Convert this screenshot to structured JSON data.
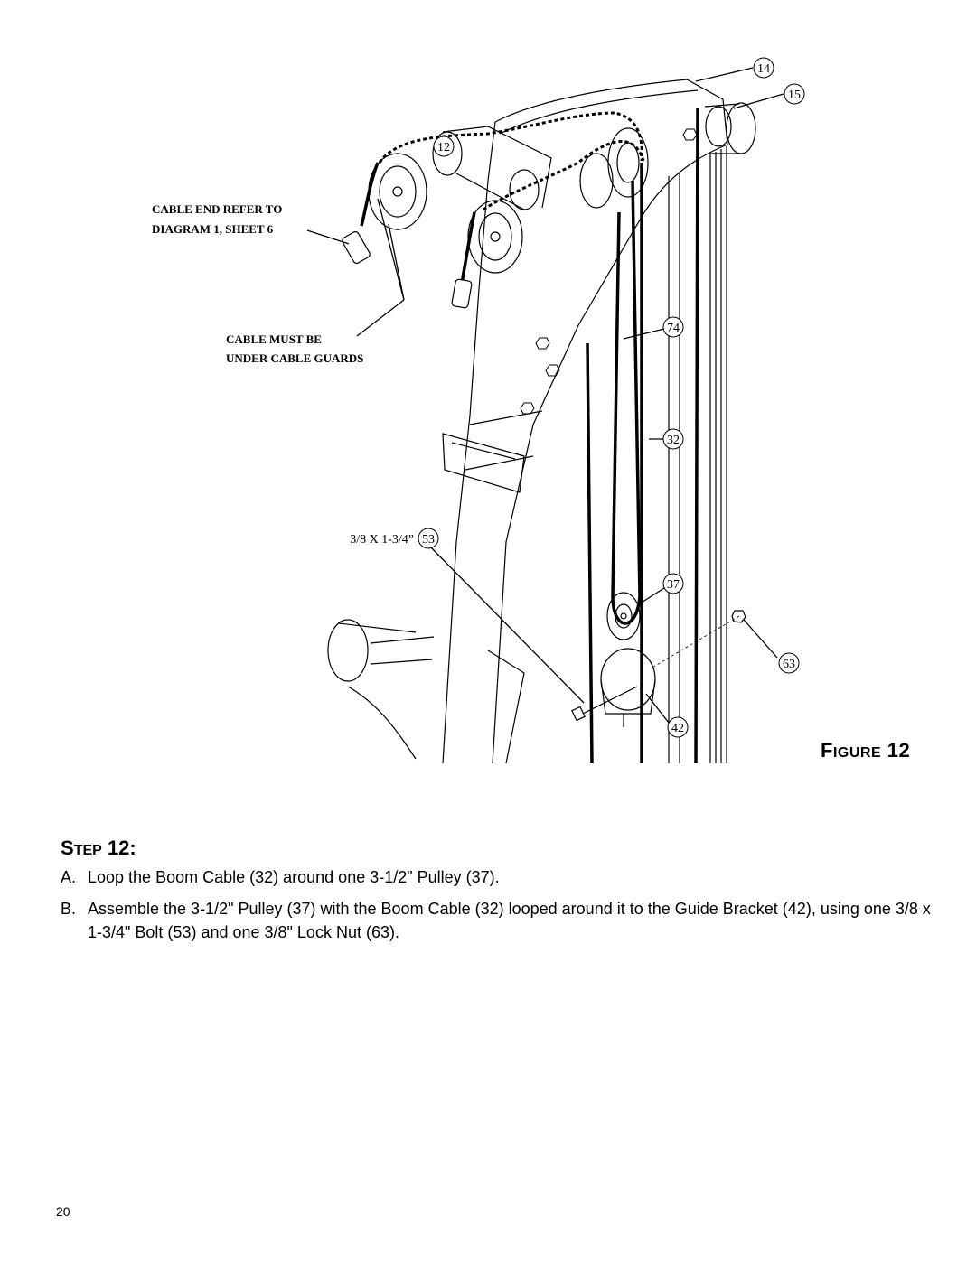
{
  "figure": {
    "callouts": {
      "c14": "14",
      "c15": "15",
      "c12": "12",
      "c74": "74",
      "c32": "32",
      "c53": "53",
      "c37": "37",
      "c63": "63",
      "c42": "42"
    },
    "bolt_size": "3/8 X 1-3/4”",
    "cable_end_note": [
      "CABLE END  REFER TO",
      "DIAGRAM 1,  SHEET 6"
    ],
    "cable_guard_note": [
      "CABLE  MUST  BE",
      "UNDER  CABLE  GUARDS"
    ],
    "caption_prefix": "F",
    "caption_smallcaps": "IGURE",
    "caption_number": "12"
  },
  "step": {
    "prefix": "S",
    "smallcaps": "TEP",
    "number": "12:"
  },
  "instructions": [
    {
      "letter": "A.",
      "text": "Loop the Boom Cable (32) around one 3-1/2\" Pulley (37)."
    },
    {
      "letter": "B.",
      "text": "Assemble the 3-1/2\" Pulley (37) with the Boom Cable (32) looped around it to the Guide Bracket (42), using one 3/8 x 1-3/4\" Bolt (53) and one 3/8\" Lock Nut (63)."
    }
  ],
  "page_number": "20"
}
